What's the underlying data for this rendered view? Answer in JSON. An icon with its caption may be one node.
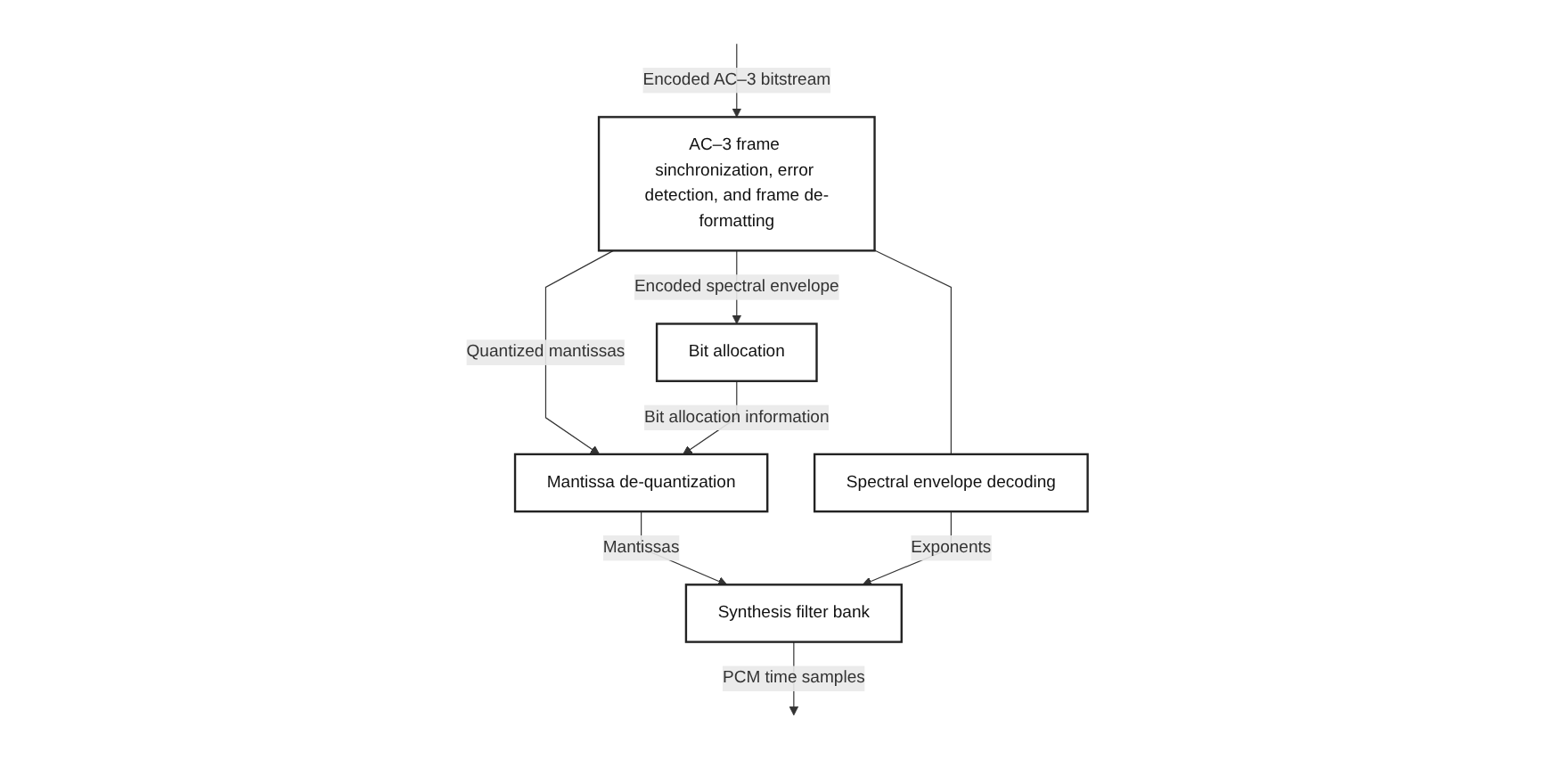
{
  "diagram": {
    "nodes": [
      {
        "text": [
          "AC–3 frame sinchronization, error detection, and frame de-formatting"
        ]
      },
      {
        "text": [
          "Bit allocation"
        ]
      },
      {
        "text": [
          "Mantissa de-quantization"
        ]
      },
      {
        "text": [
          "Spectral envelope decoding"
        ]
      },
      {
        "text": [
          "Synthesis filter bank"
        ]
      }
    ],
    "edges": [
      {
        "from": null,
        "to": 0,
        "arrow": "to",
        "label": "Encoded AC–3 bitstream"
      },
      {
        "from": 0,
        "to": 2,
        "arrow": "to",
        "label": "Quantized mantissas"
      },
      {
        "from": 0,
        "to": 1,
        "arrow": "to",
        "label": "Encoded spectral envelope"
      },
      {
        "from": 0,
        "to": 3,
        "arrow": "none"
      },
      {
        "from": 1,
        "to": 2,
        "arrow": "to",
        "label": "Bit allocation information"
      },
      {
        "from": 2,
        "to": 4,
        "arrow": "to",
        "label": "Mantissas"
      },
      {
        "from": 3,
        "to": 4,
        "arrow": "to",
        "label": "Exponents"
      },
      {
        "from": 4,
        "to": null,
        "arrow": "to",
        "label": "PCM time samples"
      }
    ]
  }
}
